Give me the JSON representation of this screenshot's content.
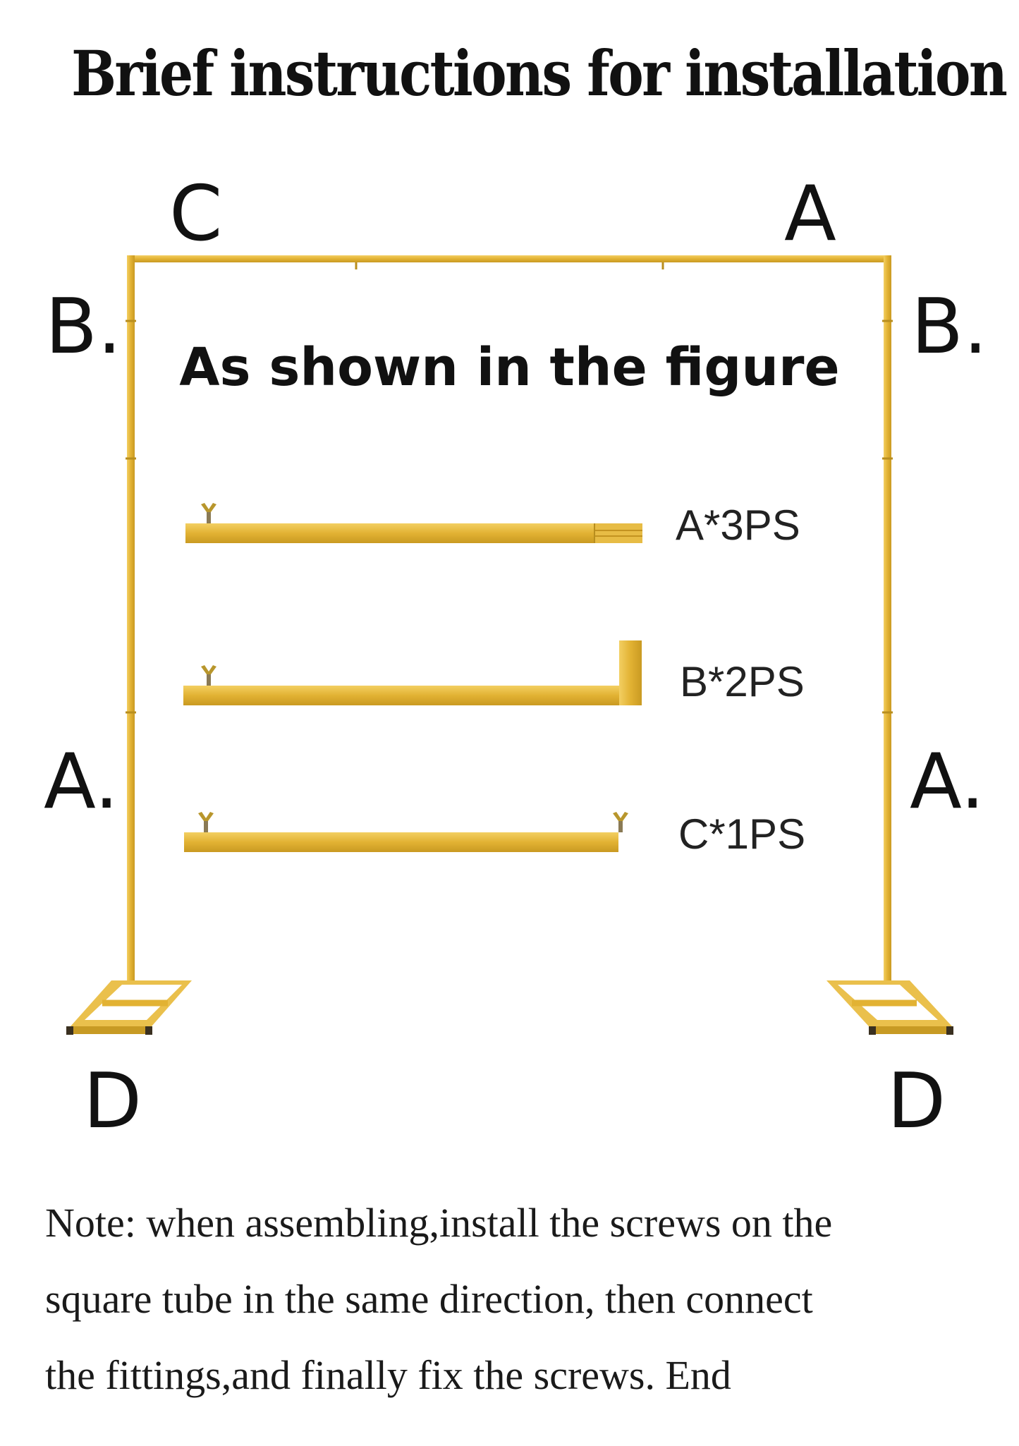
{
  "header": {
    "title": "Brief instructions for installation"
  },
  "diagram": {
    "subtitle": "As shown in the figure",
    "labels": {
      "top_left": "C",
      "top_right": "A",
      "upper_left": "B.",
      "upper_right": "B.",
      "middle_left": "A.",
      "middle_right": "A.",
      "bottom_left": "D",
      "bottom_right": "D"
    },
    "parts": [
      {
        "quantity": "A*3PS"
      },
      {
        "quantity": "B*2PS"
      },
      {
        "quantity": "C*1PS"
      }
    ],
    "colors": {
      "tube": "#E2B233",
      "tube_edge": "#C39320",
      "screw": "#B8962C"
    }
  },
  "note": {
    "lines": [
      "Note: when assembling,install the screws on the",
      "square tube in the same direction, then connect",
      "the fittings,and finally fix the screws. End"
    ]
  }
}
